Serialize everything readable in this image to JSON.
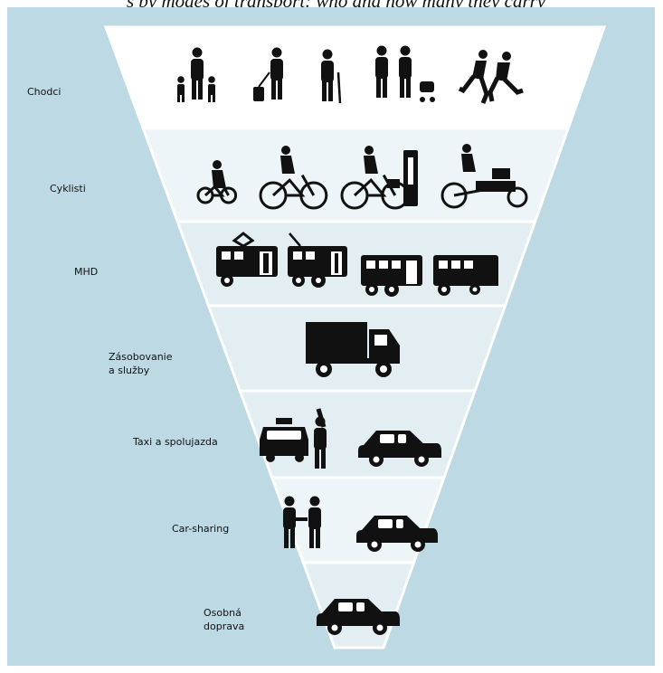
{
  "header_fragment": "s by modes of transport: who and how many they carry",
  "colors": {
    "background": "#bdd9e3",
    "tier_alt": "#eef5f8",
    "tier_base": "#e3eef3",
    "top_tier": "#ffffff",
    "icon": "#111111",
    "separator": "#ffffff"
  },
  "tiers": [
    {
      "label_lines": [
        "Chodci"
      ],
      "icons": [
        "family-walking-icon",
        "person-with-suitcase-icon",
        "elderly-with-cane-icon",
        "couple-with-stroller-icon",
        "runners-icon"
      ]
    },
    {
      "label_lines": [
        "Cyklisti"
      ],
      "icons": [
        "child-cyclist-icon",
        "cyclist-icon",
        "cyclist-with-basket-icon",
        "bike-rack-icon",
        "cargo-bike-icon"
      ]
    },
    {
      "label_lines": [
        "MHD"
      ],
      "icons": [
        "tram-icon",
        "trolleybus-icon",
        "bus-icon",
        "minibus-icon"
      ]
    },
    {
      "label_lines": [
        "Zásobovanie",
        "a služby"
      ],
      "icons": [
        "delivery-truck-icon"
      ]
    },
    {
      "label_lines": [
        "Taxi a spolujazda"
      ],
      "icons": [
        "taxi-icon",
        "hailing-person-icon",
        "carpool-car-icon"
      ]
    },
    {
      "label_lines": [
        "Car-sharing"
      ],
      "icons": [
        "handshake-icon",
        "shared-car-icon"
      ]
    },
    {
      "label_lines": [
        "Osobná",
        "doprava"
      ],
      "icons": [
        "private-car-icon"
      ]
    }
  ]
}
